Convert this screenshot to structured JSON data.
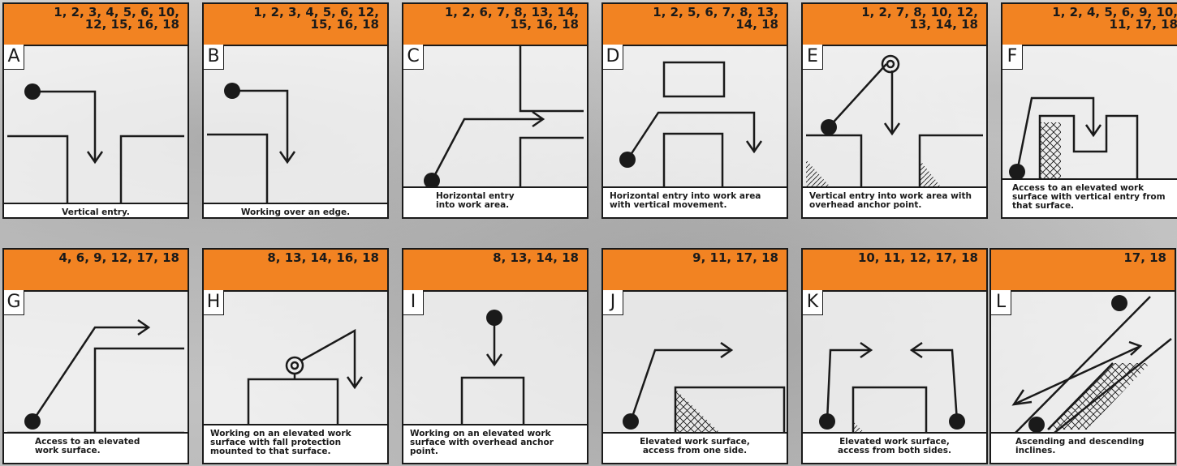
{
  "cards": [
    {
      "letter": "A",
      "numbers": "1, 2, 3, 4, 5, 6, 10,\n12, 15, 16, 18",
      "caption": "Vertical entry."
    },
    {
      "letter": "B",
      "numbers": "1, 2, 3, 4, 5, 6, 12,\n15, 16, 18",
      "caption": "Working over an edge."
    },
    {
      "letter": "C",
      "numbers": "1, 2, 6, 7, 8, 13, 14,\n15, 16, 18",
      "caption": "Horizontal entry into work area."
    },
    {
      "letter": "D",
      "numbers": "1, 2, 5, 6, 7, 8, 13,\n14, 18",
      "caption": "Horizontal entry into work area with vertical movement."
    },
    {
      "letter": "E",
      "numbers": "1, 2, 7, 8, 10, 12,\n13, 14, 18",
      "caption": "Vertical entry into work area with overhead anchor point."
    },
    {
      "letter": "F",
      "numbers": "1, 2, 4, 5, 6, 9, 10,\n11, 17, 18",
      "caption": "Access to an elevated work surface with vertical entry from that surface."
    },
    {
      "letter": "G",
      "numbers": "4, 6, 9, 12, 17, 18",
      "caption": "Access to an elevated work surface."
    },
    {
      "letter": "H",
      "numbers": "8, 13, 14, 16, 18",
      "caption": "Working on an elevated work surface with fall protection mounted to that surface."
    },
    {
      "letter": "I",
      "numbers": "8, 13, 14, 18",
      "caption": "Working on an elevated work surface with overhead anchor point."
    },
    {
      "letter": "J",
      "numbers": "9, 11, 17, 18",
      "caption": "Elevated work surface, access from one side."
    },
    {
      "letter": "K",
      "numbers": "10, 11, 12, 17, 18",
      "caption": "Elevated work surface, access from both sides."
    },
    {
      "letter": "L",
      "numbers": "17, 18",
      "caption": "Ascending and descending inclines."
    }
  ],
  "colors": {
    "header": "#f28322",
    "ink": "#1a1a1a",
    "panel": "#ffffff"
  }
}
